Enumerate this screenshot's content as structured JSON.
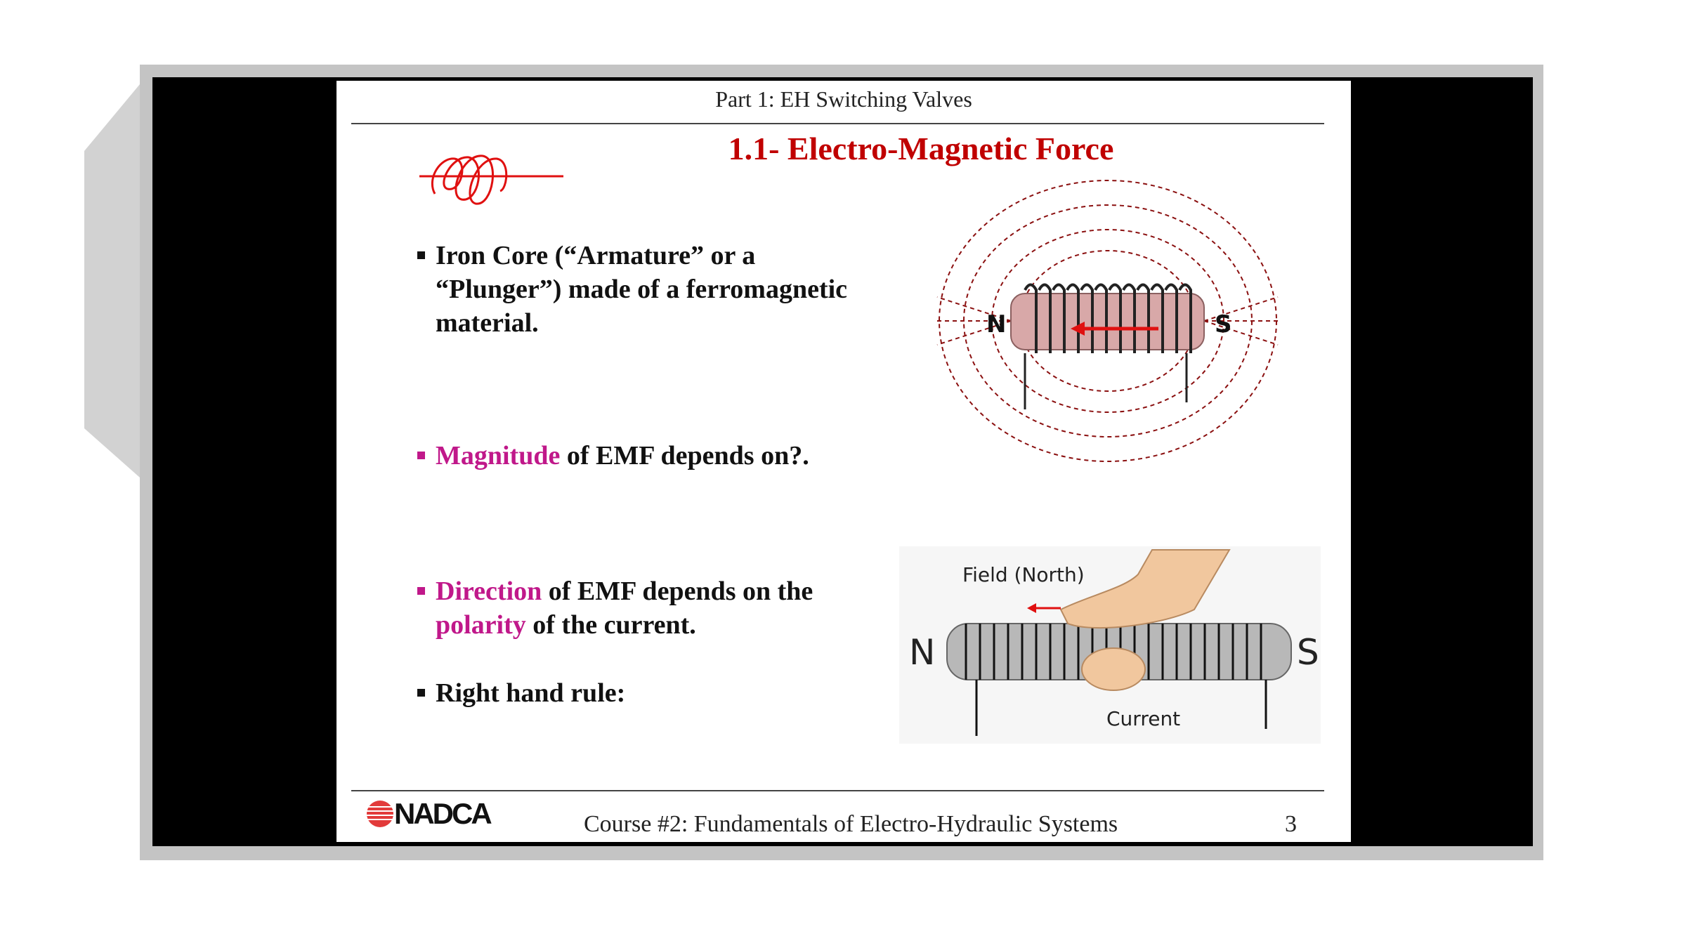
{
  "slide": {
    "header": "Part 1: EH Switching Valves",
    "title": "1.1- Electro-Magnetic Force",
    "bullets": [
      {
        "text": "Iron Core (“Armature” or a “Plunger”) made of a ferromagnetic material."
      },
      {
        "highlight": "Magnitude",
        "text": " of EMF depends on?."
      },
      {
        "highlight": "Direction",
        "text": " of EMF depends on the ",
        "highlight2": "polarity",
        "text2": " of the current."
      },
      {
        "text": "Right hand rule:"
      }
    ],
    "diagram1": {
      "north": "N",
      "south": "S"
    },
    "diagram2": {
      "field_label": "Field (North)",
      "current_label": "Current",
      "north": "N",
      "south": "S"
    },
    "footer": {
      "logo": "NADCA",
      "course": "Course #2: Fundamentals of Electro-Hydraulic Systems",
      "page": "3"
    }
  },
  "colors": {
    "title": "#c00000",
    "highlight": "#c0188a",
    "frame": "#c4c4c4"
  }
}
